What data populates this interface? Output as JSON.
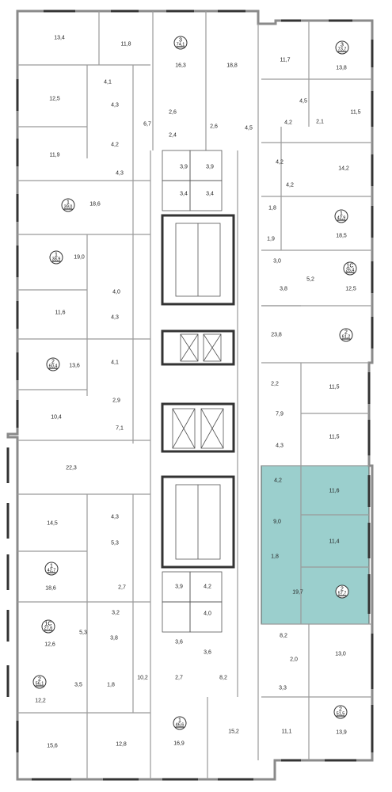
{
  "colors": {
    "highlight": "#9bcfcd",
    "wall": "#7d7d7d",
    "wall_dark": "#3a3a3a"
  },
  "areas": {
    "r13_4": "13,4",
    "r11_8": "11,8",
    "r16_3": "16,3",
    "r18_8": "18,8",
    "r11_7": "11,7",
    "r13_8": "13,8",
    "r4_1a": "4,1",
    "r12_5a": "12,5",
    "r4_3a": "4,3",
    "r4_2a": "4,2",
    "r6_7": "6,7",
    "r2_6a": "2,6",
    "r2_4": "2,4",
    "r2_6b": "2,6",
    "r4_5a": "4,5",
    "r4_5b": "4,5",
    "r4_2b": "4,2",
    "r2_1": "2,1",
    "r11_5a": "11,5",
    "r11_9": "11,9",
    "r4_3b": "4,3",
    "r3_9a": "3,9",
    "r3_9b": "3,9",
    "r3_4a": "3,4",
    "r3_4b": "3,4",
    "r4_2c": "4,2",
    "r14_2": "14,2",
    "r4_2d": "4,2",
    "r18_6a": "18,6",
    "r1_8a": "1,8",
    "r18_5": "18,5",
    "r1_9": "1,9",
    "r19_0": "19,0",
    "r3_0": "3,0",
    "r5_2": "5,2",
    "r12_5b": "12,5",
    "r3_8a": "3,8",
    "r4_0a": "4,0",
    "r11_6a": "11,6",
    "r4_3c": "4,3",
    "r23_8": "23,8",
    "r4_1b": "4,1",
    "r13_6": "13,6",
    "r2_2": "2,2",
    "r11_5b": "11,5",
    "r2_9": "2,9",
    "r10_4": "10,4",
    "r7_9": "7,9",
    "r7_1": "7,1",
    "r11_5c": "11,5",
    "r22_3": "22,3",
    "r4_3d": "4,3",
    "r4_2e": "4,2",
    "r11_6b": "11,6",
    "r14_5": "14,5",
    "r4_3e": "4,3",
    "r9_0": "9,0",
    "r5_3a": "5,3",
    "r11_4": "11,4",
    "r1_8b": "1,8",
    "r18_6b": "18,6",
    "r2_7a": "2,7",
    "r19_7": "19,7",
    "r3_9c": "3,9",
    "r4_2f": "4,2",
    "r4_0b": "4,0",
    "r3_2": "3,2",
    "r5_3b": "5,3",
    "r3_8b": "3,8",
    "r12_6": "12,6",
    "r3_6a": "3,6",
    "r3_6b": "3,6",
    "r8_2a": "8,2",
    "r13_0": "13,0",
    "r2_0": "2,0",
    "r3_5": "3,5",
    "r1_8c": "1,8",
    "r10_2": "10,2",
    "r2_7b": "2,7",
    "r8_2b": "8,2",
    "r3_3": "3,3",
    "r12_2": "12,2",
    "r11_1": "11,1",
    "r13_9": "13,9",
    "r15_6": "15,6",
    "r12_8": "12,8",
    "r16_9": "16,9",
    "r15_2": "15,2"
  },
  "apartments": {
    "a74_1": {
      "rooms": "3",
      "area": "74,1"
    },
    "a73_7": {
      "rooms": "3",
      "area": "73,7"
    },
    "a39_0": {
      "rooms": "1",
      "area": "39,0"
    },
    "a42_9": {
      "rooms": "1",
      "area": "42,9"
    },
    "a38_9": {
      "rooms": "1",
      "area": "38,9"
    },
    "a26_4": {
      "rooms": "1С",
      "area": "26,4"
    },
    "a61_2": {
      "rooms": "2",
      "area": "61,2"
    },
    "a60_4": {
      "rooms": "2",
      "area": "60,4"
    },
    "a57_7": {
      "rooms": "2",
      "area": "57,7"
    },
    "a42_7": {
      "rooms": "1",
      "area": "42,7"
    },
    "a27_6": {
      "rooms": "1С",
      "area": "27,6"
    },
    "a56_1": {
      "rooms": "2",
      "area": "56,1"
    },
    "a51_5": {
      "rooms": "2",
      "area": "51,5"
    },
    "a46_6": {
      "rooms": "1",
      "area": "46,6"
    }
  }
}
